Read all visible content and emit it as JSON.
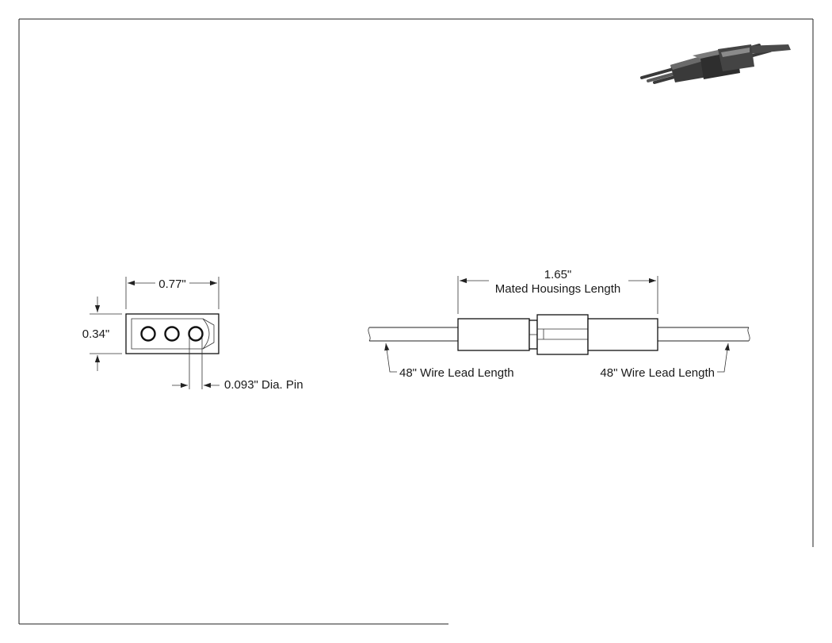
{
  "drawing": {
    "end_view": {
      "width_dim": "0.77\"",
      "height_dim": "0.34\"",
      "pin_dim": "0.093\" Dia. Pin"
    },
    "side_view": {
      "housing_dim_value": "1.65\"",
      "housing_dim_label": "Mated Housings Length",
      "left_lead_label": "48\" Wire Lead Length",
      "right_lead_label": "48\" Wire Lead Length"
    },
    "colors": {
      "line": "#222222",
      "connector_dark": "#3a3a3a",
      "connector_mid": "#5a5a5a",
      "connector_light": "#8a8a8a"
    }
  }
}
